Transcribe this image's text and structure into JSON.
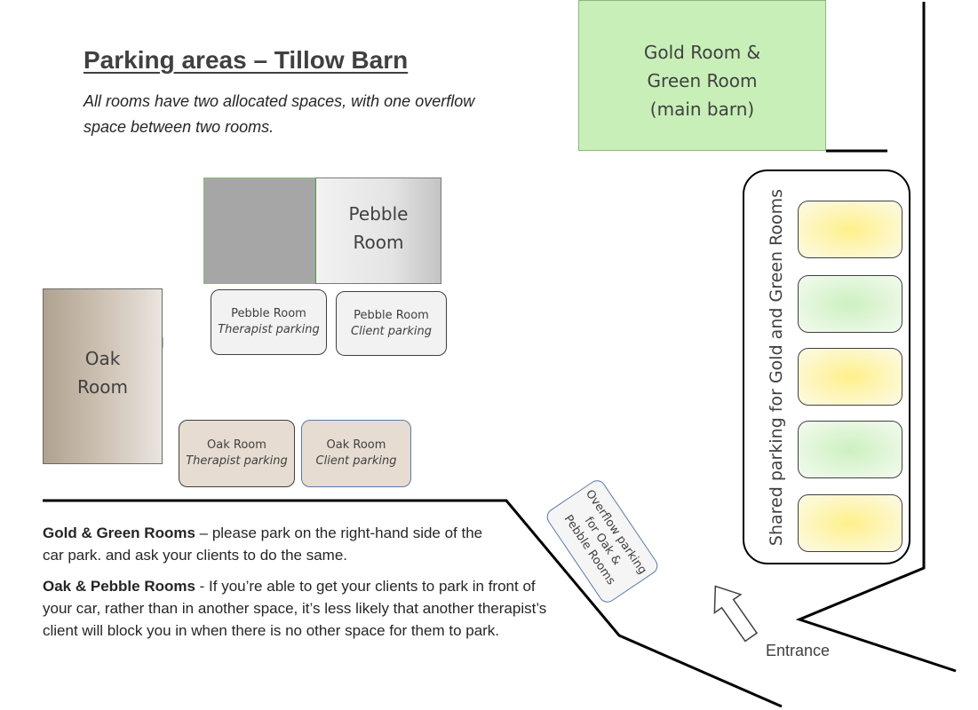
{
  "title": "Parking areas – Tillow Barn",
  "subtitle": "All rooms have two allocated spaces, with one overflow space between two rooms.",
  "rooms": {
    "gold_green": {
      "line1": "Gold Room &",
      "line2": "Green Room",
      "line3": "(main barn)",
      "color": "#c9efb8"
    },
    "pebble": {
      "line1": "Pebble",
      "line2": "Room",
      "color": "#e4e4e4"
    },
    "oak": {
      "line1": "Oak",
      "line2": "Room",
      "color": "#c8bcae"
    }
  },
  "bays": {
    "pebble_therapist": {
      "line1": "Pebble Room",
      "line2": "Therapist parking"
    },
    "pebble_client": {
      "line1": "Pebble Room",
      "line2": "Client parking"
    },
    "oak_therapist": {
      "line1": "Oak Room",
      "line2": "Therapist parking"
    },
    "oak_client": {
      "line1": "Oak Room",
      "line2": "Client parking"
    }
  },
  "overflow": {
    "line1": "Overflow parking",
    "line2": "for Oak &",
    "line3": "Pebble Rooms"
  },
  "shared": {
    "label": "Shared parking for Gold and Green Rooms",
    "slots": [
      "gold",
      "green",
      "gold",
      "green",
      "gold"
    ]
  },
  "entrance": "Entrance",
  "info": {
    "p1_bold": "Gold & Green Rooms",
    "p1_text": " – please park on the right-hand side of the car park. and ask your clients to do the same.",
    "p2_bold": "Oak & Pebble Rooms",
    "p2_text": " - If you’re able to get your clients to park in front of your car, rather than in another space, it’s less likely that another therapist’s client will block you in when there is no other space for them to park."
  }
}
